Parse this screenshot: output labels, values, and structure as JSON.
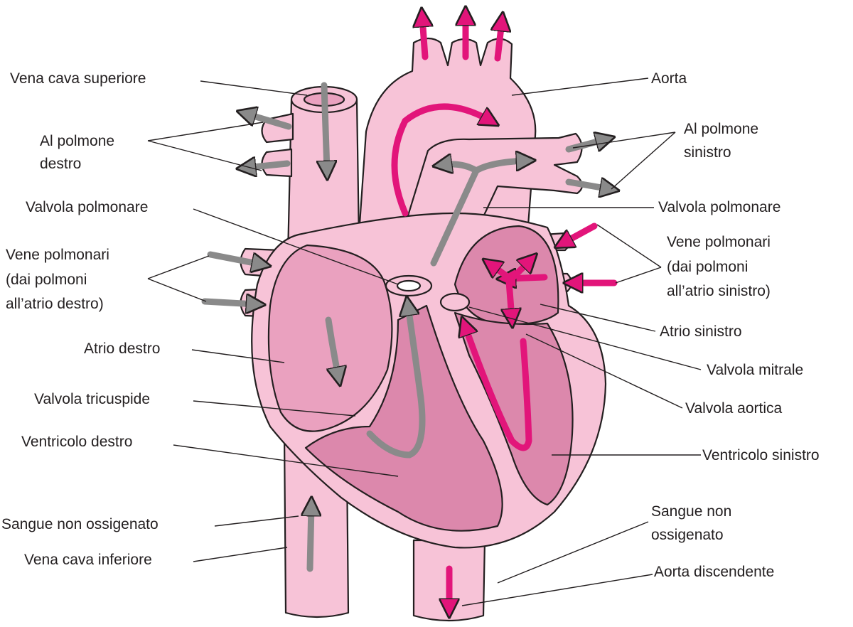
{
  "colors": {
    "light_pink": "#f7c3d7",
    "mid_pink": "#eaa1bf",
    "deep_pink": "#dc88ac",
    "magenta": "#e2157a",
    "gray_arrow": "#8a8a8a",
    "outline": "#231f20",
    "white": "#ffffff"
  },
  "labels": {
    "vena_cava_superiore": "Vena cava superiore",
    "al_polmone_destro_1": "Al polmone",
    "al_polmone_destro_2": "destro",
    "valvola_polmonare_left": "Valvola polmonare",
    "vene_polmonari_destre_1": "Vene polmonari",
    "vene_polmonari_destre_2": "(dai polmoni",
    "vene_polmonari_destre_3": "all’atrio destro)",
    "atrio_destro": "Atrio destro",
    "valvola_tricuspide": "Valvola tricuspide",
    "ventricolo_destro": "Ventricolo destro",
    "sangue_non_ossigenato_left": "Sangue non ossigenato",
    "vena_cava_inferiore": "Vena cava inferiore",
    "aorta": "Aorta",
    "al_polmone_sinistro_1": "Al polmone",
    "al_polmone_sinistro_2": "sinistro",
    "valvola_polmonare_right": "Valvola polmonare",
    "vene_polmonari_sinistre_1": "Vene polmonari",
    "vene_polmonari_sinistre_2": "(dai polmoni",
    "vene_polmonari_sinistre_3": "all’atrio sinistro)",
    "atrio_sinistro": "Atrio sinistro",
    "valvola_mitrale": "Valvola mitrale",
    "valvola_aortica": "Valvola aortica",
    "ventricolo_sinistro": "Ventricolo sinistro",
    "sangue_non_ossigenato_right_1": "Sangue non",
    "sangue_non_ossigenato_right_2": "ossigenato",
    "aorta_discendente": "Aorta discendente"
  }
}
